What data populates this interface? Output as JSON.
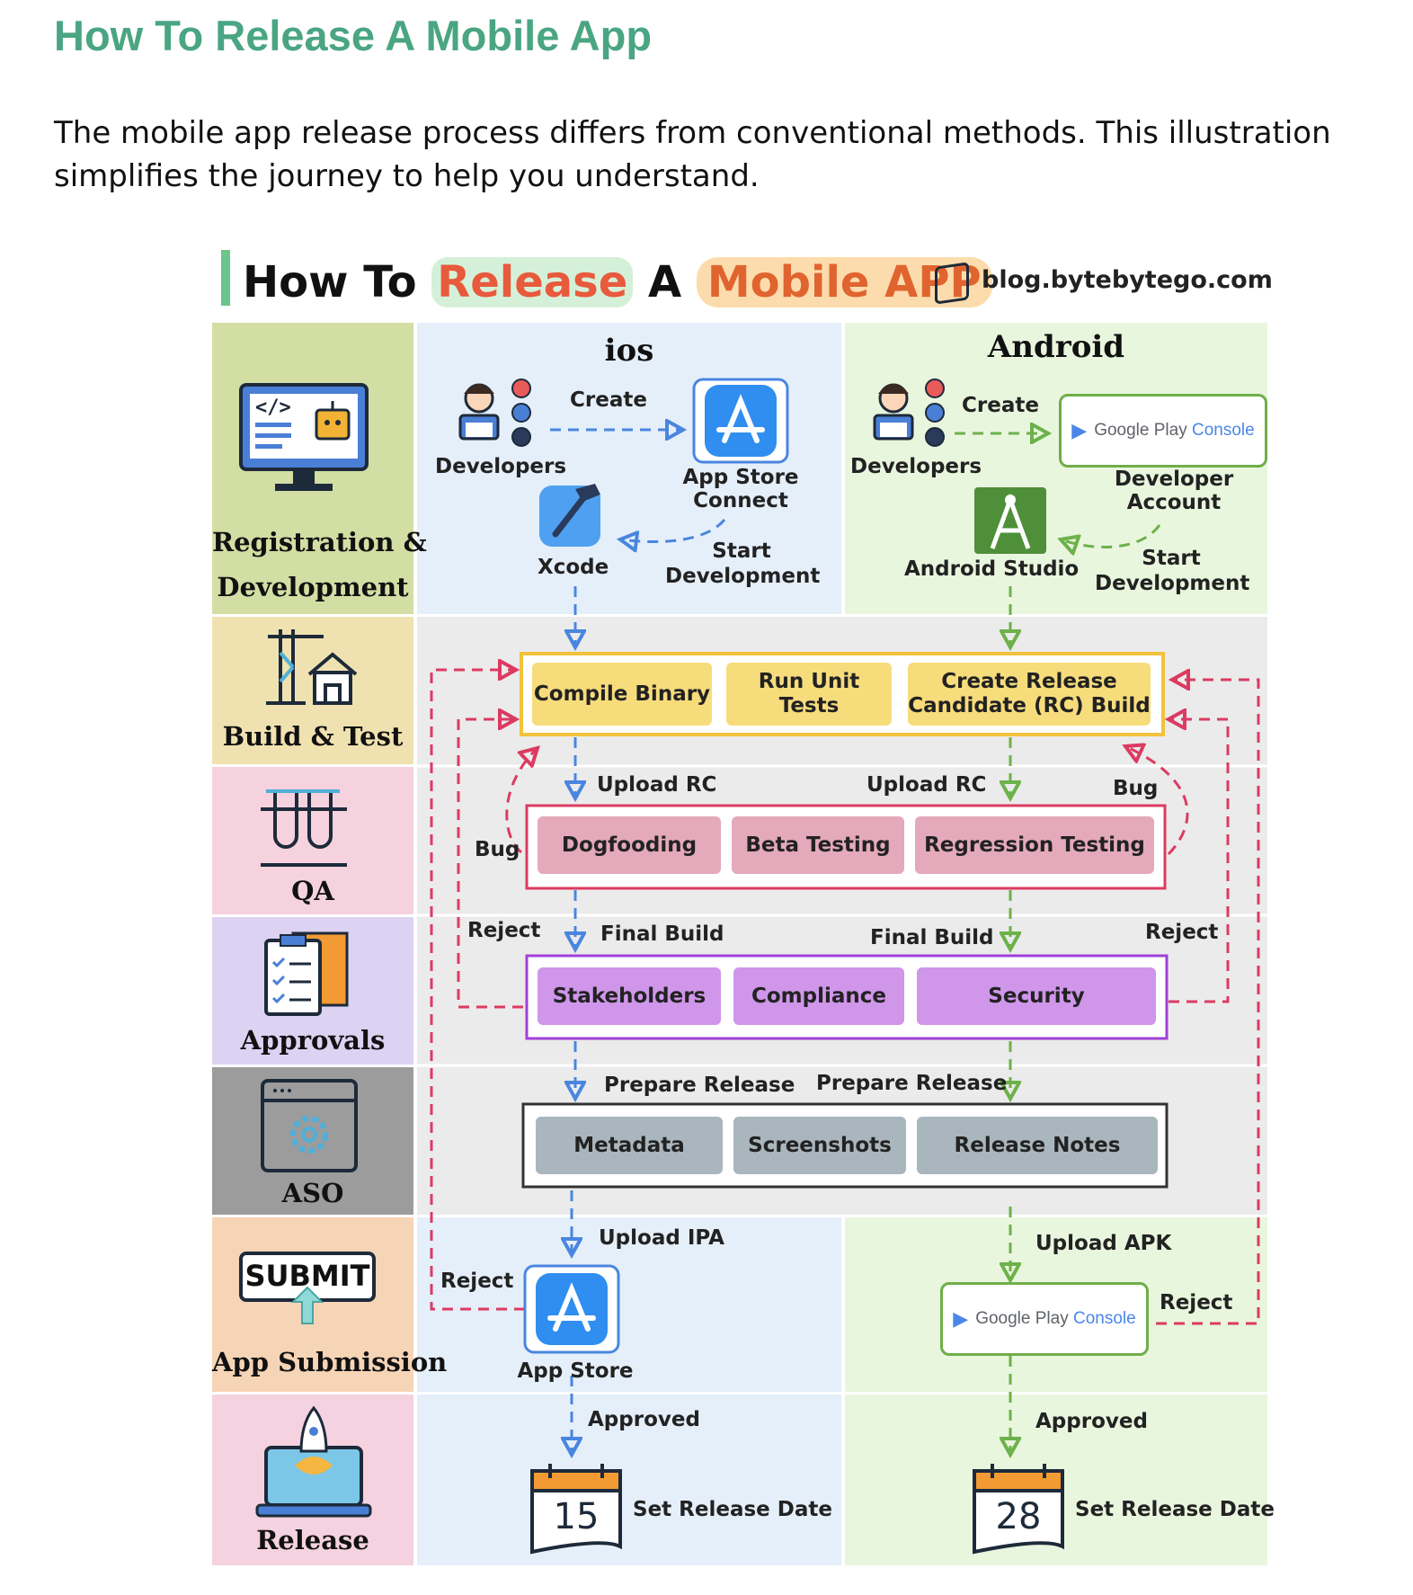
{
  "page": {
    "title": "How To Release A Mobile App",
    "intro": "The mobile app release process differs from conventional methods. This illustration simplifies the journey to help you understand."
  },
  "diagram": {
    "title_part1": "How To",
    "title_part2": "Release",
    "title_part3": "A",
    "title_part4": "Mobile APP",
    "site": "blog.bytebytego.com",
    "stages": {
      "registration_line1": "Registration &",
      "registration_line2": "Development",
      "build": "Build & Test",
      "qa": "QA",
      "approvals": "Approvals",
      "aso": "ASO",
      "submit_icon_text": "SUBMIT",
      "submission": "App Submission",
      "release": "Release"
    },
    "ios": {
      "header": "ios",
      "developers": "Developers",
      "create": "Create",
      "app_store_connect_1": "App Store",
      "app_store_connect_2": "Connect",
      "xcode": "Xcode",
      "start_dev_1": "Start",
      "start_dev_2": "Development",
      "upload_rc": "Upload RC",
      "final_build": "Final Build",
      "prepare_release": "Prepare Release",
      "upload_ipa": "Upload IPA",
      "app_store": "App Store",
      "approved": "Approved",
      "release_day": "15",
      "set_release_date": "Set Release Date",
      "reject": "Reject"
    },
    "android": {
      "header": "Android",
      "developers": "Developers",
      "create": "Create",
      "gpc_part1": "Google Play",
      "gpc_part2": "Console",
      "developer_account_1": "Developer",
      "developer_account_2": "Account",
      "android_studio": "Android Studio",
      "start_dev_1": "Start",
      "start_dev_2": "Development",
      "upload_rc": "Upload RC",
      "final_build": "Final Build",
      "prepare_release": "Prepare Release",
      "upload_apk": "Upload APK",
      "approved": "Approved",
      "release_day": "28",
      "set_release_date": "Set Release Date",
      "reject": "Reject"
    },
    "build_box": {
      "compile": "Compile Binary",
      "unit_tests": "Run Unit Tests",
      "rc_line1": "Create Release",
      "rc_line2": "Candidate (RC) Build"
    },
    "qa_box": {
      "dogfooding": "Dogfooding",
      "beta": "Beta Testing",
      "regression": "Regression Testing",
      "bug_left": "Bug",
      "bug_right": "Bug"
    },
    "approval_box": {
      "stakeholders": "Stakeholders",
      "compliance": "Compliance",
      "security": "Security",
      "reject_left": "Reject",
      "reject_right": "Reject"
    },
    "aso_box": {
      "metadata": "Metadata",
      "screenshots": "Screenshots",
      "release_notes": "Release Notes"
    },
    "colors": {
      "heading_green": "#4aa582",
      "ios_bg": "#e5effa",
      "android_bg": "#e9f6de",
      "middle_bg": "#ebebeb",
      "ios_arrow": "#4a86e0",
      "android_arrow": "#6db14a",
      "bug_arrow": "#dc3b61"
    }
  }
}
